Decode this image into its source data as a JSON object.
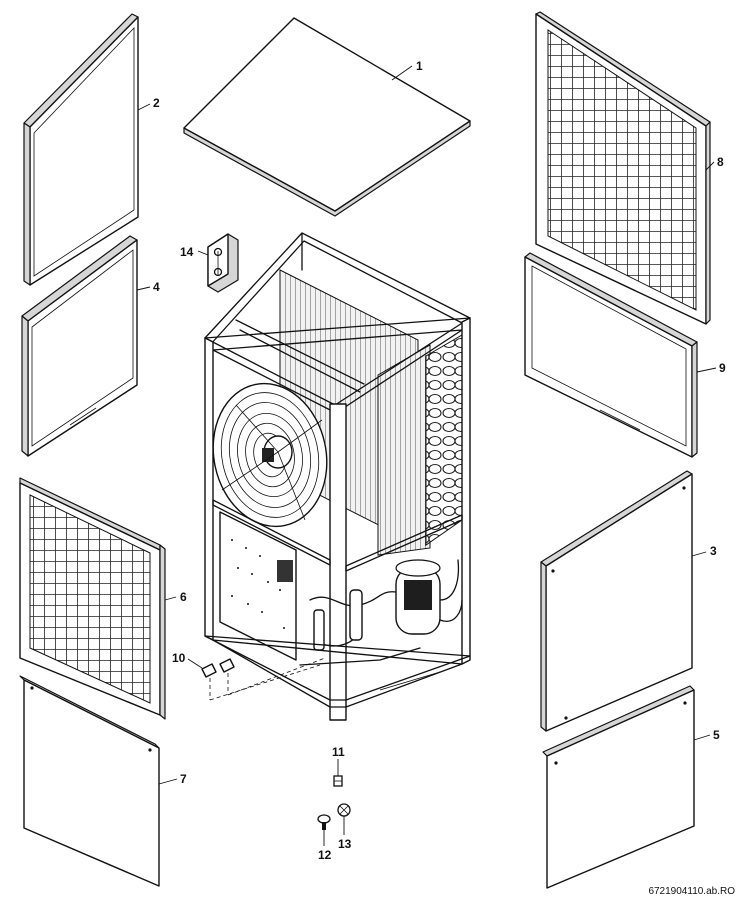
{
  "document_id": "6721904110.ab.RO",
  "callouts": [
    {
      "label": "1"
    },
    {
      "label": "2"
    },
    {
      "label": "3"
    },
    {
      "label": "4"
    },
    {
      "label": "5"
    },
    {
      "label": "6"
    },
    {
      "label": "7"
    },
    {
      "label": "8"
    },
    {
      "label": "9"
    },
    {
      "label": "10"
    },
    {
      "label": "11"
    },
    {
      "label": "12"
    },
    {
      "label": "13"
    },
    {
      "label": "14"
    }
  ]
}
